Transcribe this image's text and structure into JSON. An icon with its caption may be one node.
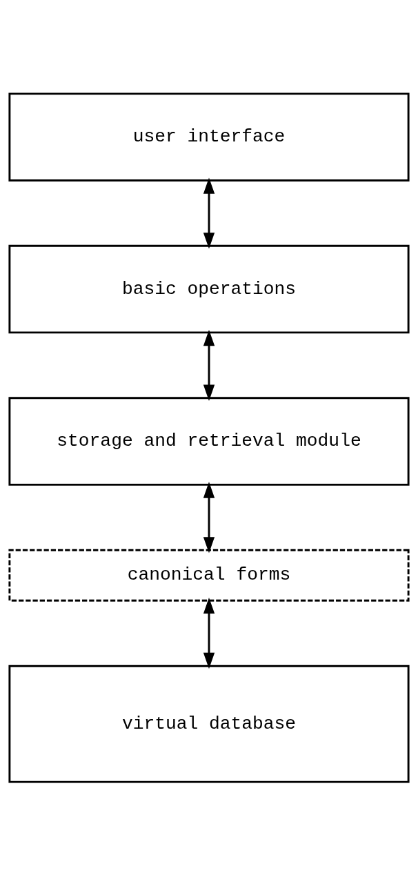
{
  "diagram": {
    "nodes": [
      {
        "text": [
          "user interface"
        ]
      },
      {
        "text": [
          "basic operations"
        ]
      },
      {
        "text": [
          "storage and retrieval module"
        ]
      },
      {
        "text": [
          "canonical forms"
        ]
      },
      {
        "text": [
          "virtual database"
        ]
      }
    ],
    "edges": [
      {
        "from": 0,
        "to": 1,
        "arrow": "both"
      },
      {
        "from": 1,
        "to": 2,
        "arrow": "both"
      },
      {
        "from": 2,
        "to": 3,
        "arrow": "both"
      },
      {
        "from": 3,
        "to": 4,
        "arrow": "both"
      }
    ]
  }
}
